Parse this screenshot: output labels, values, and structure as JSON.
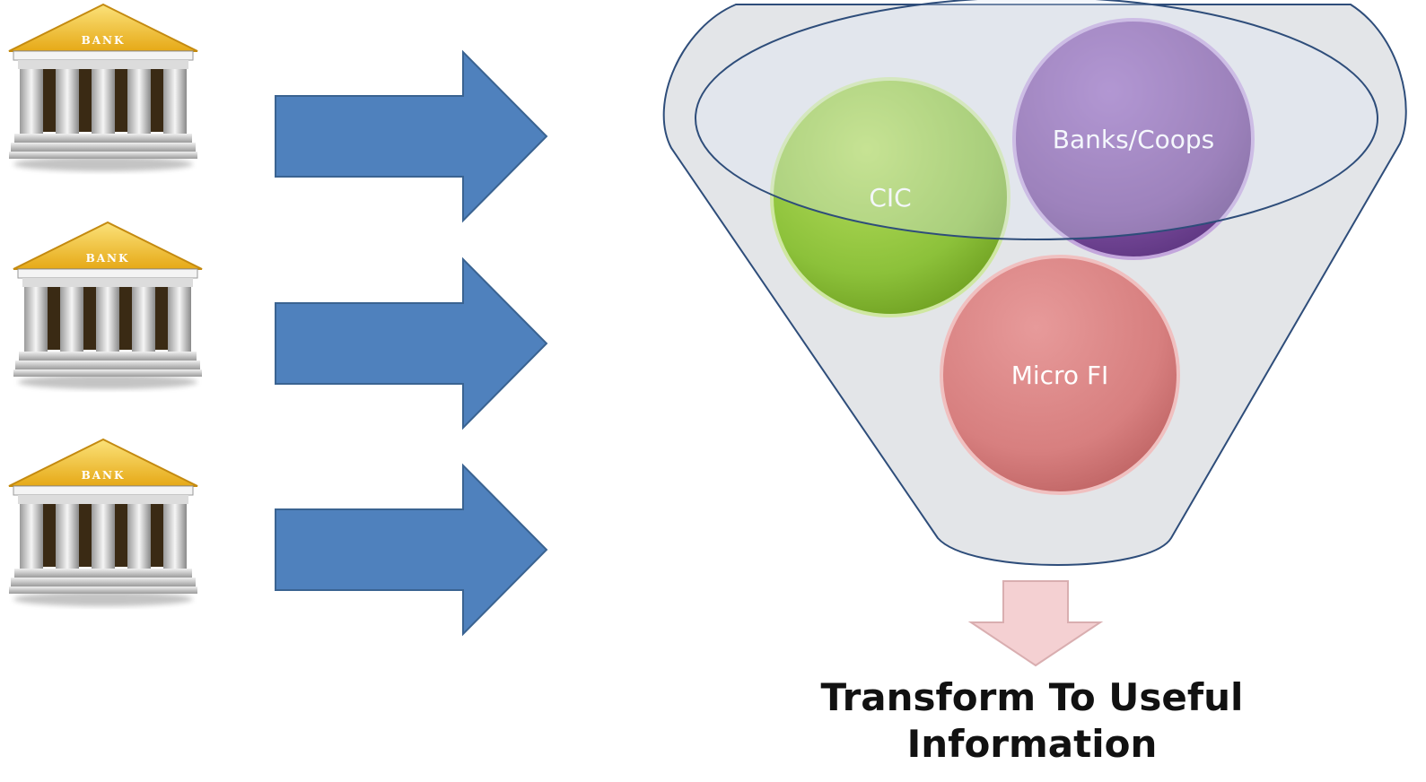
{
  "banks": [
    {
      "label": "BANK"
    },
    {
      "label": "BANK"
    },
    {
      "label": "BANK"
    }
  ],
  "funnel": {
    "circles": [
      {
        "label": "CIC",
        "color": "#8fc43b"
      },
      {
        "label": "Banks/Coops",
        "color": "#7a4c9d"
      },
      {
        "label": "Micro FI",
        "color": "#d98080"
      }
    ]
  },
  "caption": {
    "line1": "Transform To Useful",
    "line2": "Information"
  },
  "colors": {
    "arrow": "#4f81bd",
    "arrow_stroke": "#3a6391",
    "funnel_fill": "#e3e5e8",
    "funnel_stroke": "#2e4d7a",
    "down_arrow": "#f4d0d2",
    "bank_roof": "#f2c230"
  }
}
